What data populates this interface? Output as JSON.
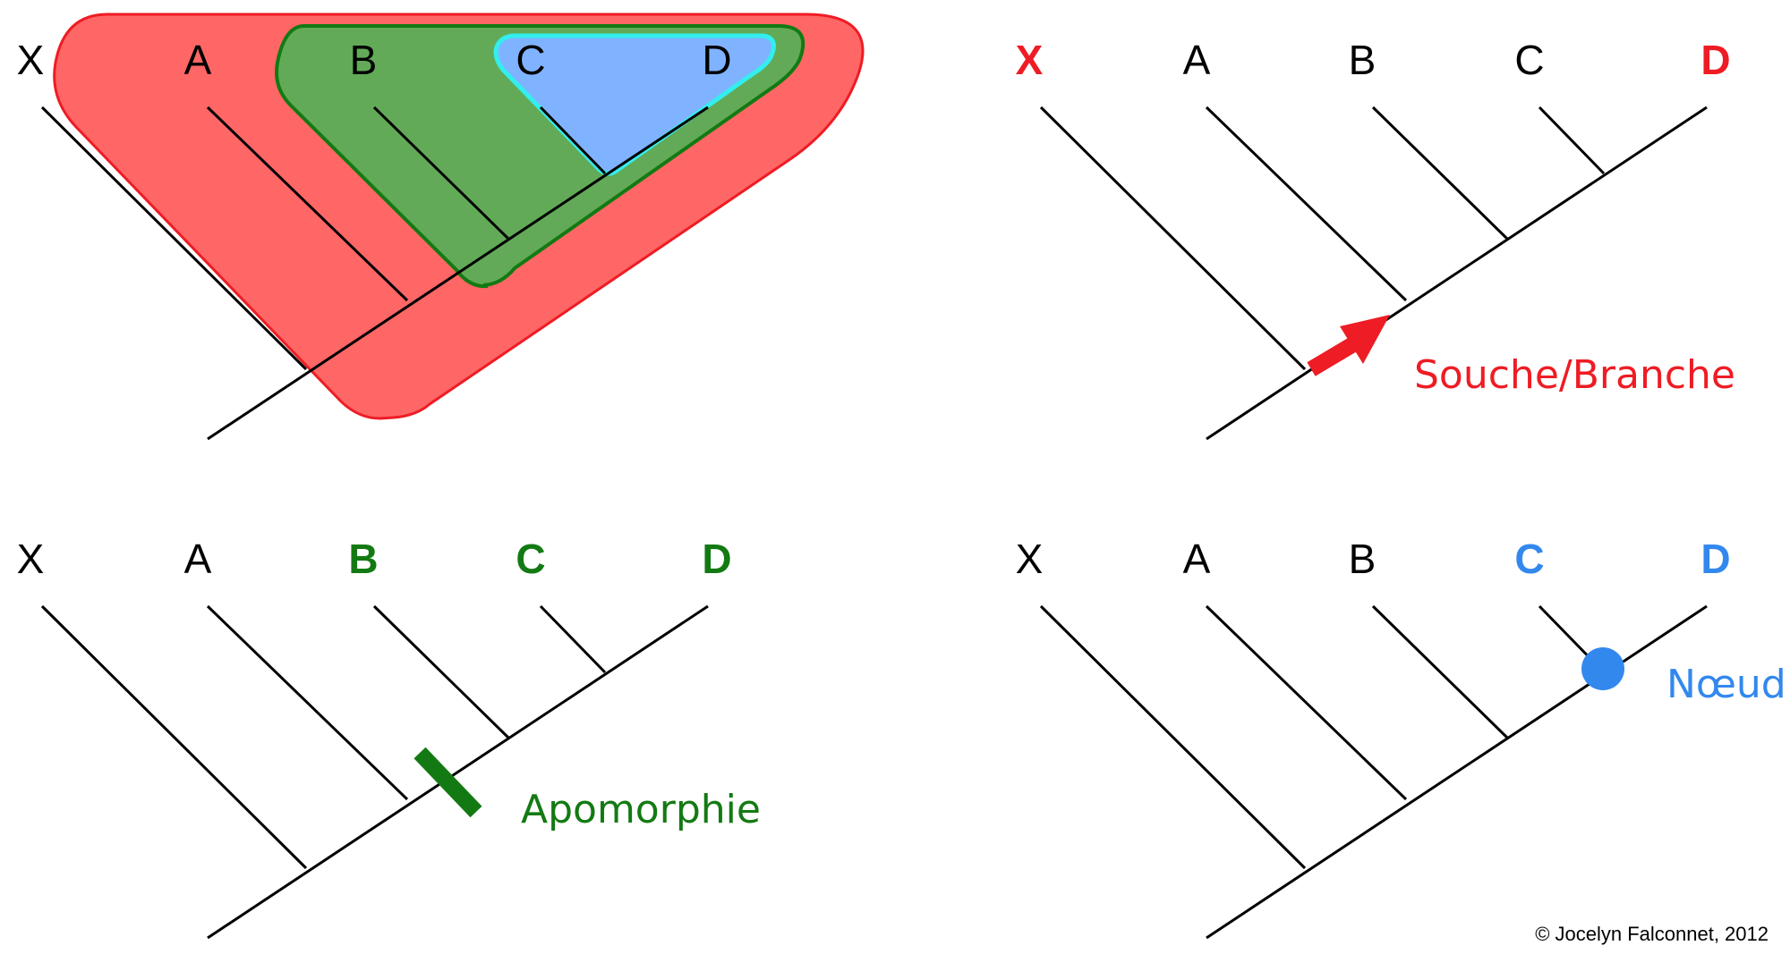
{
  "colors": {
    "black": "#000000",
    "red": "#ee1c24",
    "red_fill": "#ff6666",
    "green": "#137a13",
    "green_fill": "#62aa58",
    "blue_fill": "#80b3ff",
    "blue": "#3388ee",
    "cyan": "#33eeee"
  },
  "panels": [
    {
      "id": "group",
      "labels": [
        "X",
        "A",
        "B",
        "C",
        "D"
      ],
      "label_colors": [
        "black",
        "black",
        "black",
        "black",
        "black"
      ],
      "label_bold": [
        false,
        false,
        false,
        false,
        false
      ]
    },
    {
      "id": "stem",
      "labels": [
        "X",
        "A",
        "B",
        "C",
        "D"
      ],
      "label_colors": [
        "red",
        "black",
        "black",
        "black",
        "red"
      ],
      "label_bold": [
        true,
        false,
        false,
        false,
        true
      ],
      "annotation": "Souche/Branche",
      "annotation_color": "red",
      "marker_icon": "arrow-icon"
    },
    {
      "id": "apomorphy",
      "labels": [
        "X",
        "A",
        "B",
        "C",
        "D"
      ],
      "label_colors": [
        "black",
        "black",
        "green",
        "green",
        "green"
      ],
      "label_bold": [
        false,
        false,
        true,
        true,
        true
      ],
      "annotation": "Apomorphie",
      "annotation_color": "green",
      "marker_icon": "bar-marker-icon"
    },
    {
      "id": "node",
      "labels": [
        "X",
        "A",
        "B",
        "C",
        "D"
      ],
      "label_colors": [
        "black",
        "black",
        "black",
        "blue",
        "blue"
      ],
      "label_bold": [
        false,
        false,
        false,
        true,
        true
      ],
      "annotation": "Nœud",
      "annotation_color": "blue",
      "marker_icon": "dot-marker-icon"
    }
  ],
  "credit": "© Jocelyn Falconnet, 2012"
}
